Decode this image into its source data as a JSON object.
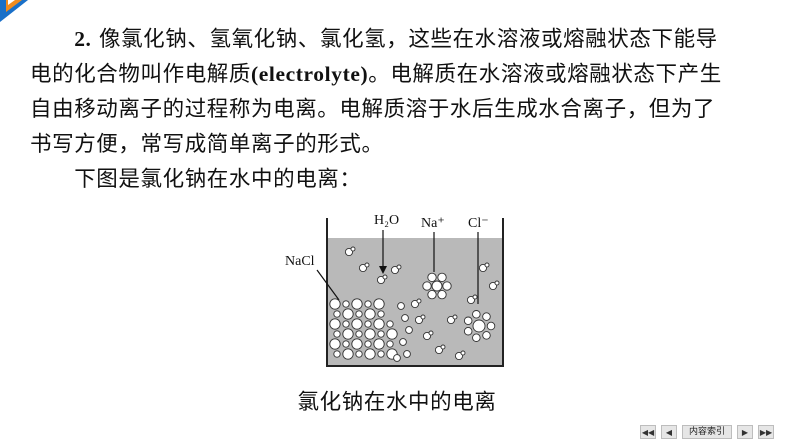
{
  "paragraph": {
    "number": "2.",
    "lines": [
      "像氯化钠、氢氧化钠、氯化氢，这些在水溶液或熔融状态下能导",
      "电的化合物叫作电解质",
      "。电解质在水溶液或熔融状态下产生",
      "自由移动离子的过程称为电离。电解质溶于水后生成水合离子，但为了",
      "书写方便，常写成简单离子的形式。"
    ],
    "term": "(electrolyte)"
  },
  "intro": "下图是氯化钠在水中的电离：",
  "figure": {
    "labels": {
      "water": "H₂O",
      "na": "Na⁺",
      "cl": "Cl⁻",
      "nacl": "NaCl"
    }
  },
  "caption": "氯化钠在水中的电离",
  "nav": {
    "first": "◀◀",
    "prev": "◀",
    "index": "内容索引",
    "next": "▶",
    "last": "▶▶"
  },
  "colors": {
    "water": "#b9b9b9",
    "corner_orange": "#f28c1e",
    "corner_blue": "#1a70c8"
  }
}
